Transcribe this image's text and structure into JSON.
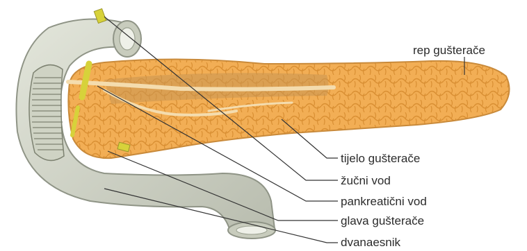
{
  "labels": {
    "tail": "rep gušterače",
    "body": "tijelo gušterače",
    "bile_duct": "žučni vod",
    "pancreatic_duct": "pankreatični vod",
    "head": "glava gušterače",
    "duodenum": "dvanaesnik"
  },
  "colors": {
    "pancreas": "#f0a94e",
    "pancreas_lobule": "#e59a3a",
    "pancreas_outline": "#c98a3a",
    "duct": "#f4dcae",
    "duodenum": "#d5d9cc",
    "duodenum_shadow": "#a9ae9f",
    "mucosa_folds": "#7d8271",
    "bile_duct": "#d7d23a",
    "leader_line": "#333333"
  }
}
